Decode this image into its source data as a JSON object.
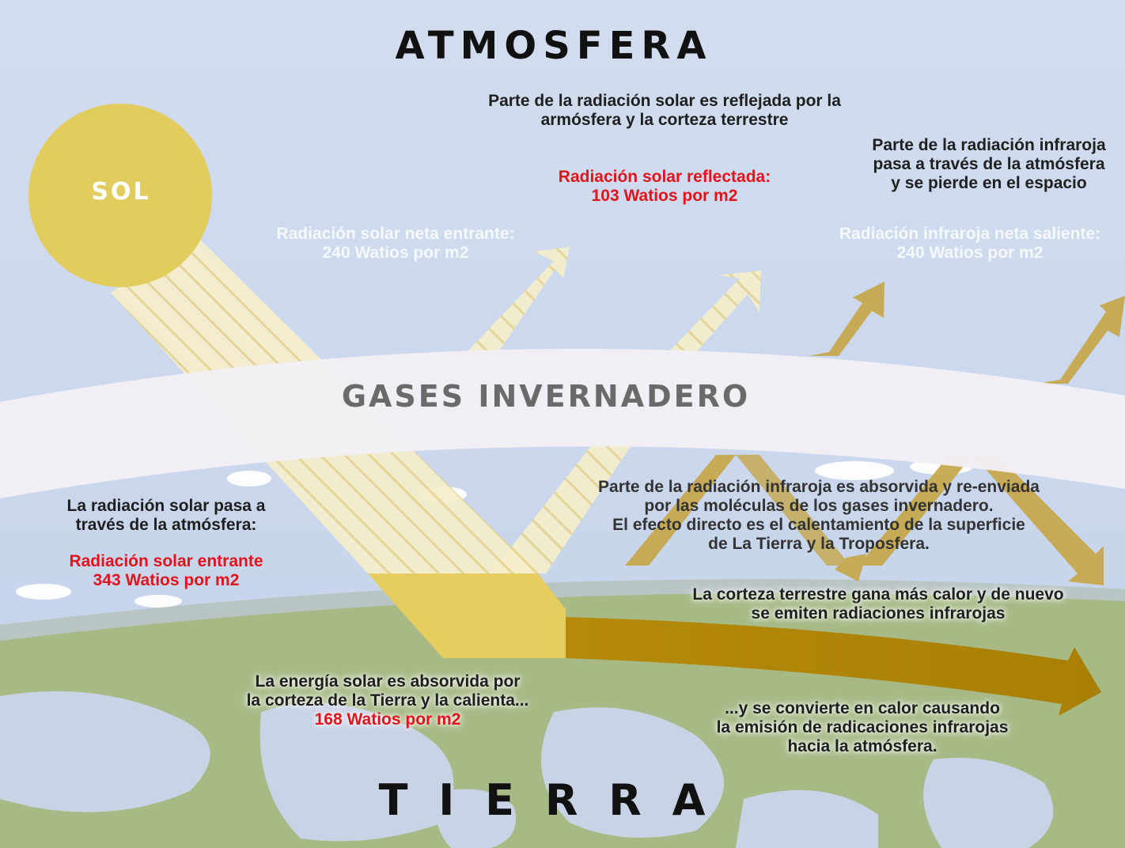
{
  "colors": {
    "sky": "#cdd9ec",
    "ground": "#a3b77f",
    "sun": "#e3cc5e",
    "greenhouse_band": "#f3eff5",
    "incoming_beam": "#f5ecc2",
    "infrared_arrow": "#c9a94a",
    "heat_arrow": "#b48b0c",
    "absorbed_block": "#e5cd5f",
    "highlight_text": "#e3121b"
  },
  "icons": [
    "sun-icon",
    "incoming-radiation-arrows",
    "reflected-radiation-arrows",
    "infrared-arrows",
    "heat-arrow-icon",
    "earth-map"
  ],
  "labels": {
    "atmosfera": "ATMOSFERA",
    "sol": "SOL",
    "gases": "GASES INVERNADERO",
    "tierra": "T I E R R A"
  },
  "annotations": {
    "reflected_note": [
      "Parte de la radiación solar es reflejada por la",
      "armósfera y la corteza terrestre"
    ],
    "reflected_value": [
      "Radiación solar reflectada:",
      "103 Watios por m2"
    ],
    "infrared_lost_note": [
      "Parte de la radiación infraroja",
      "pasa a través de la atmósfera",
      "y se pierde en el espacio"
    ],
    "net_incoming": [
      "Radiación solar neta entrante:",
      "240 Watios por m2"
    ],
    "net_outgoing": [
      "Radiación  infraroja neta saliente:",
      "240 Watios por m2"
    ],
    "passes_atmosphere": [
      "La radiación solar pasa a",
      "través de la atmósfera:"
    ],
    "incoming_value": [
      "Radiación solar entrante",
      "343 Watios por m2"
    ],
    "reemitted_note": [
      "Parte de la radiación infraroja es absorvida y re-enviada",
      "por las moléculas de los gases invernadero.",
      "El efecto directo es el calentamiento de la superficie",
      "de La Tierra y la Troposfera."
    ],
    "crust_gains_heat": [
      "La corteza terrestre gana más calor y de nuevo",
      "se emiten radiaciones infrarojas"
    ],
    "absorbed_note": [
      "La energía solar es absorvida por",
      "la corteza de la Tierra y la calienta..."
    ],
    "absorbed_value": "168 Watios por m2",
    "heat_emission": [
      "...y se convierte en calor causando",
      "la emisión de radicaciones infrarojas",
      "hacia la atmósfera."
    ]
  }
}
